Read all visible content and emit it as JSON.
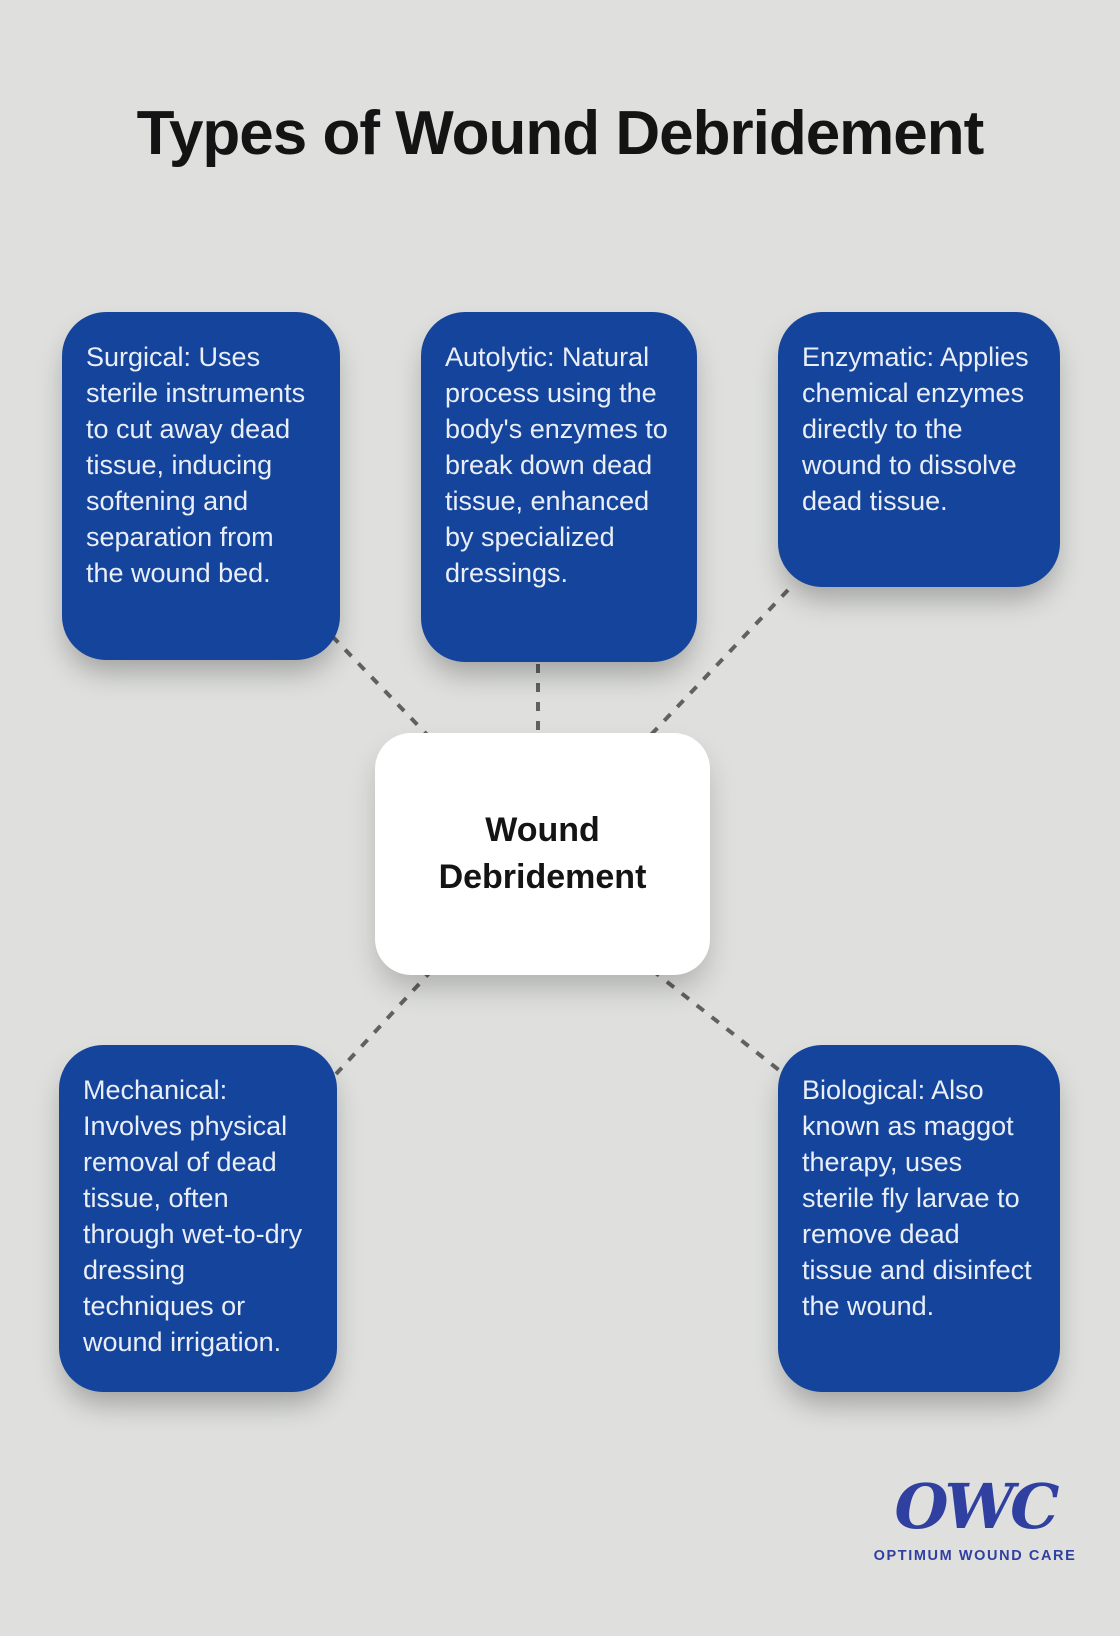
{
  "title": "Types of Wound Debridement",
  "center_node": {
    "label": "Wound Debridement"
  },
  "nodes": [
    {
      "id": "surgical",
      "text": "Surgical: Uses sterile instruments to cut away dead tissue, inducing softening and separation from the wound bed."
    },
    {
      "id": "autolytic",
      "text": "Autolytic: Natural process using the body's enzymes to break down dead tissue, enhanced by specialized dressings."
    },
    {
      "id": "enzymatic",
      "text": "Enzymatic: Applies chemical enzymes directly to the wound to dissolve dead tissue."
    },
    {
      "id": "mechanical",
      "text": "Mechanical: Involves physical removal of dead tissue, often through wet-to-dry dressing techniques or wound irrigation."
    },
    {
      "id": "biological",
      "text": "Biological: Also known as maggot therapy, uses sterile fly larvae to remove dead tissue and disinfect the wound."
    }
  ],
  "logo": {
    "acronym": "OWC",
    "tagline": "OPTIMUM WOUND CARE"
  },
  "colors": {
    "background": "#dfe0de",
    "node_blue": "#14449c",
    "node_text": "#e9eef7",
    "connector_gray": "#616161",
    "title_black": "#141414",
    "logo_blue": "#3040a0"
  }
}
